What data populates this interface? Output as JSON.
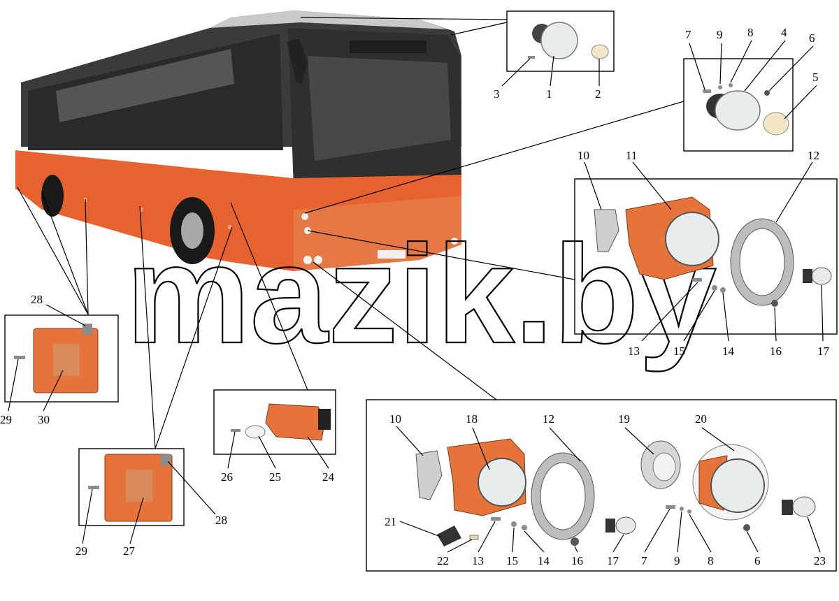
{
  "watermark": "mazik.by",
  "colors": {
    "bus_orange": "#e8622f",
    "bus_dark": "#3b3b3b",
    "lamp_orange": "#e5733a",
    "lens_white": "#e9ecec",
    "metal_gray": "#8c8c8c"
  },
  "labels": {
    "l1": "1",
    "l2": "2",
    "l3": "3",
    "l4": "4",
    "l5": "5",
    "l6": "6",
    "l7": "7",
    "l8": "8",
    "l9": "9",
    "l10": "10",
    "l11": "11",
    "l12": "12",
    "l13": "13",
    "l14": "14",
    "l15": "15",
    "l16": "16",
    "l17": "17",
    "b10": "10",
    "l18": "18",
    "b12": "12",
    "l19": "19",
    "l20": "20",
    "l21": "21",
    "l22": "22",
    "b13": "13",
    "b15": "15",
    "b14": "14",
    "b16": "16",
    "b17": "17",
    "b7": "7",
    "b9": "9",
    "b8": "8",
    "b6": "6",
    "l23": "23",
    "l24": "24",
    "l25": "25",
    "l26": "26",
    "l27": "27",
    "l28a": "28",
    "l28b": "28",
    "l29a": "29",
    "l29b": "29",
    "l30": "30"
  }
}
